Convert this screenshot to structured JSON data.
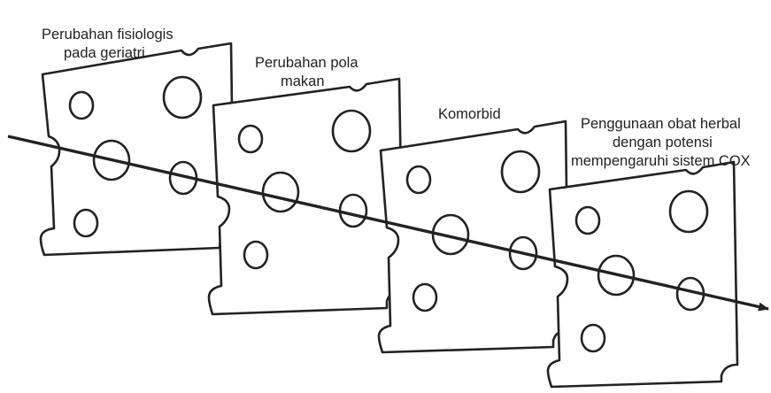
{
  "diagram": {
    "type": "swiss-cheese-model",
    "stroke_color": "#222222",
    "background_color": "#ffffff",
    "layers": [
      {
        "id": "fisiologis",
        "label_lines": [
          "Perubahan fisiologis",
          "pada geriatri"
        ]
      },
      {
        "id": "pola-makan",
        "label_lines": [
          "Perubahan pola",
          "makan"
        ]
      },
      {
        "id": "komorbid",
        "label_lines": [
          "Komorbid"
        ]
      },
      {
        "id": "obat-herbal",
        "label_lines": [
          "Penggunaan obat herbal",
          "dengan potensi",
          "mempengaruhi sistem COX"
        ]
      }
    ]
  }
}
